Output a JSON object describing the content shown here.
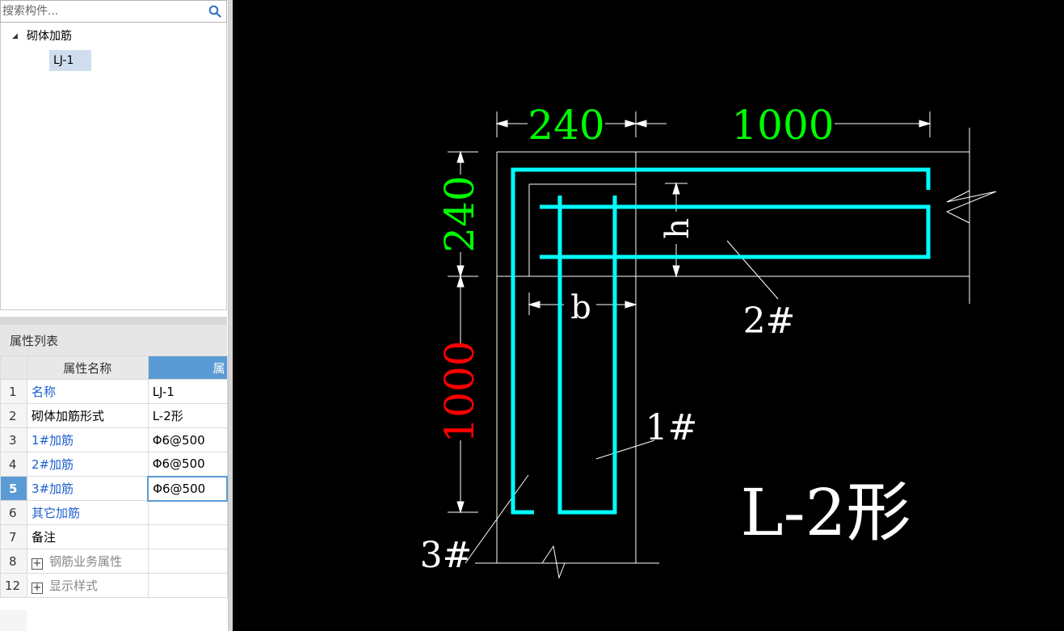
{
  "search": {
    "placeholder": "搜索构件..."
  },
  "tree": {
    "root_label": "砌体加筋",
    "children": [
      "LJ-1"
    ]
  },
  "properties": {
    "panel_title": "属性列表",
    "col_name": "属性名称",
    "col_value": "属",
    "rows": [
      {
        "num": "1",
        "name": "名称",
        "value": "LJ-1"
      },
      {
        "num": "2",
        "name": "砌体加筋形式",
        "value": "L-2形"
      },
      {
        "num": "3",
        "name": "1#加筋",
        "value": "Φ6@500"
      },
      {
        "num": "4",
        "name": "2#加筋",
        "value": "Φ6@500"
      },
      {
        "num": "5",
        "name": "3#加筋",
        "value": "Φ6@500"
      },
      {
        "num": "6",
        "name": "其它加筋",
        "value": ""
      },
      {
        "num": "7",
        "name": "备注",
        "value": ""
      },
      {
        "num": "8",
        "name": "钢筋业务属性",
        "value": ""
      },
      {
        "num": "12",
        "name": "显示样式",
        "value": ""
      }
    ]
  },
  "drawing": {
    "dim_top_left": "240",
    "dim_top_right": "1000",
    "dim_left_top": "240",
    "dim_left_bottom": "1000",
    "label_h": "h",
    "label_b": "b",
    "label_1": "1#",
    "label_2": "2#",
    "label_3": "3#",
    "form_title": "L-2形"
  },
  "colors": {
    "accent": "#5b9bd5",
    "rebar": "#00ffff",
    "dim_green": "#00ff00",
    "dim_red": "#ff0000",
    "link_blue": "#1f5fcf"
  }
}
